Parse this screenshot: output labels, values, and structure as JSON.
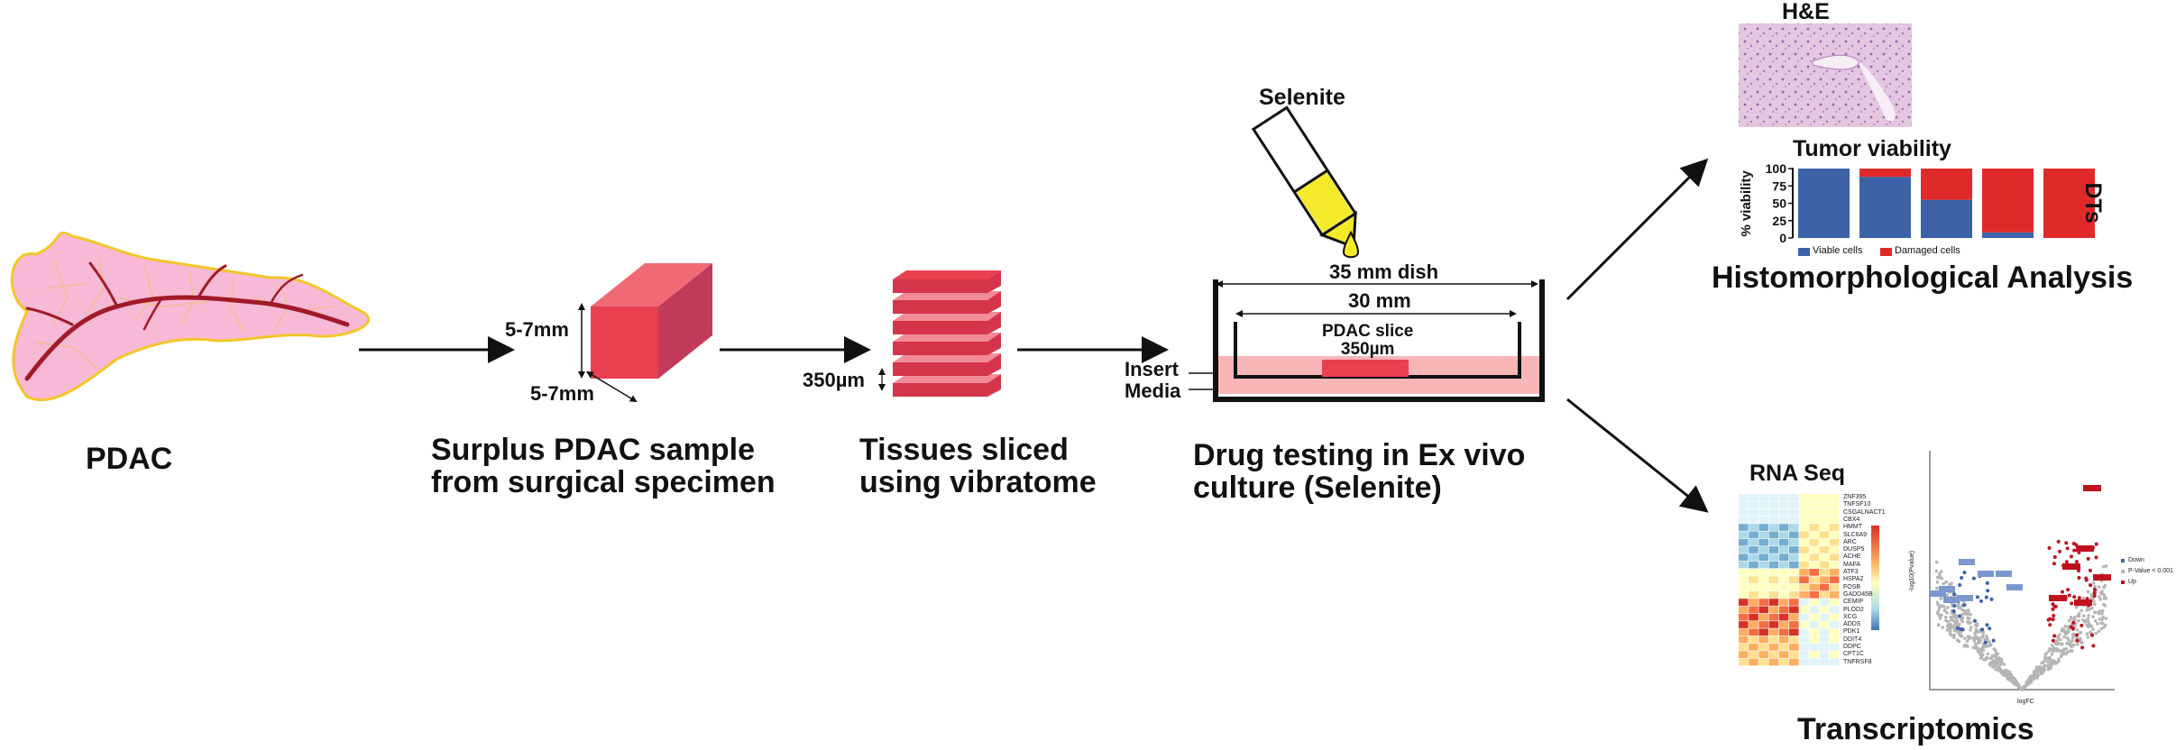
{
  "steps": {
    "pdac": "PDAC",
    "surplus_line1": "Surplus PDAC sample",
    "surplus_line2": "from surgical specimen",
    "sliced_line1": "Tissues sliced",
    "sliced_line2": "using vibratome",
    "drug_line1": "Drug testing in Ex vivo",
    "drug_line2": "culture (Selenite)"
  },
  "cube": {
    "height_label": "5-7mm",
    "depth_label": "5-7mm"
  },
  "slices": {
    "thickness_label": "350µm"
  },
  "dish": {
    "drug_label": "Selenite",
    "dish_label": "35 mm dish",
    "insert_width_label": "30 mm",
    "slice_label": "PDAC slice",
    "slice_thickness": "350µm",
    "insert_label": "Insert",
    "media_label": "Media"
  },
  "histo": {
    "he_title": "H&E",
    "viability_title": "Tumor viability",
    "section_title": "Histomorphological Analysis",
    "ylabel": "% viability",
    "side_label": "DTs",
    "legend_viable": "Viable cells",
    "legend_damaged": "Damaged cells"
  },
  "transcript": {
    "rnaseq_title": "RNA Seq",
    "section_title": "Transcriptomics",
    "genes": [
      "ZNF395",
      "TNFSF10",
      "CSGALNACT1",
      "CBX4",
      "HMMT",
      "SLC6A9",
      "ARC",
      "DUSP5",
      "ACHE",
      "MAFA",
      "ATF3",
      "HSPA2",
      "FOSB",
      "GADD45B",
      "CEMIP",
      "PLOD2",
      "XCG",
      "ADDS",
      "PDK1",
      "DDIT4",
      "DDPC",
      "CPT1C",
      "TNFRSF8"
    ],
    "volcano_xlabel": "logFC",
    "volcano_ylabel": "-log10(Pvalue)",
    "volcano_legend": [
      "Down",
      "P-Value < 0.001",
      "Up"
    ]
  },
  "colors": {
    "viable": "#3d62a8",
    "damaged": "#e02a2a",
    "tissue": "#e8404f",
    "pancreas": "#f7b9d6"
  },
  "chart_data": {
    "type": "bar",
    "title": "Tumor viability",
    "ylabel": "% viability",
    "ylim": [
      0,
      100
    ],
    "yticks": [
      0,
      25,
      50,
      75,
      100
    ],
    "categories": [
      "",
      "",
      "",
      "",
      ""
    ],
    "series": [
      {
        "name": "Viable cells",
        "values": [
          100,
          88,
          55,
          8,
          0
        ]
      },
      {
        "name": "Damaged cells",
        "values": [
          0,
          12,
          45,
          92,
          100
        ]
      }
    ],
    "stacked": true,
    "legend": "bottom"
  }
}
